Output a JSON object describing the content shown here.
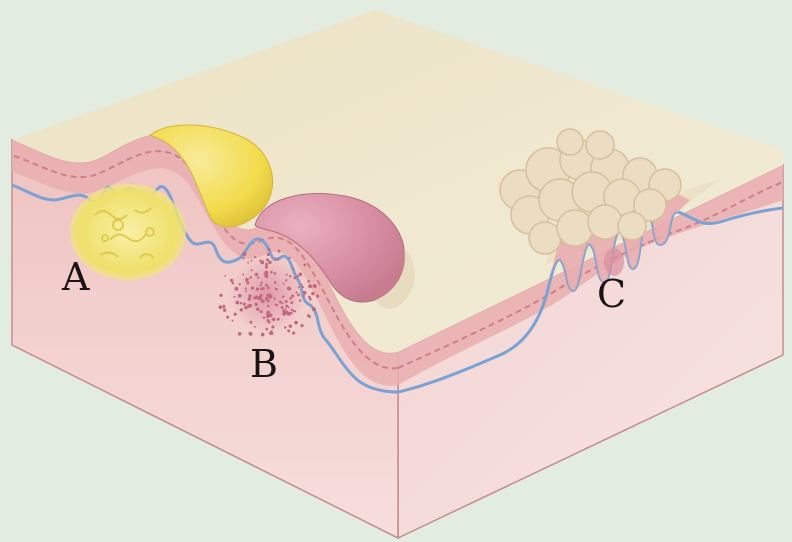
{
  "labels": {
    "a": "A",
    "b": "B",
    "c": "C"
  },
  "colors": {
    "background": "#e3ece0",
    "top_surface": "#efe6cc",
    "front_face": "#efc6c4",
    "side_face": "#f5dcda",
    "epidermis": "#e6a9ab",
    "basement_membrane": "#7ea6d4",
    "cyst_yellow": "#f2dd55",
    "dome_pink": "#d58aa0",
    "fatty_nodule": "#efe36a",
    "diffuse_dots": "#c1687c",
    "cluster": "#ead8bb"
  }
}
